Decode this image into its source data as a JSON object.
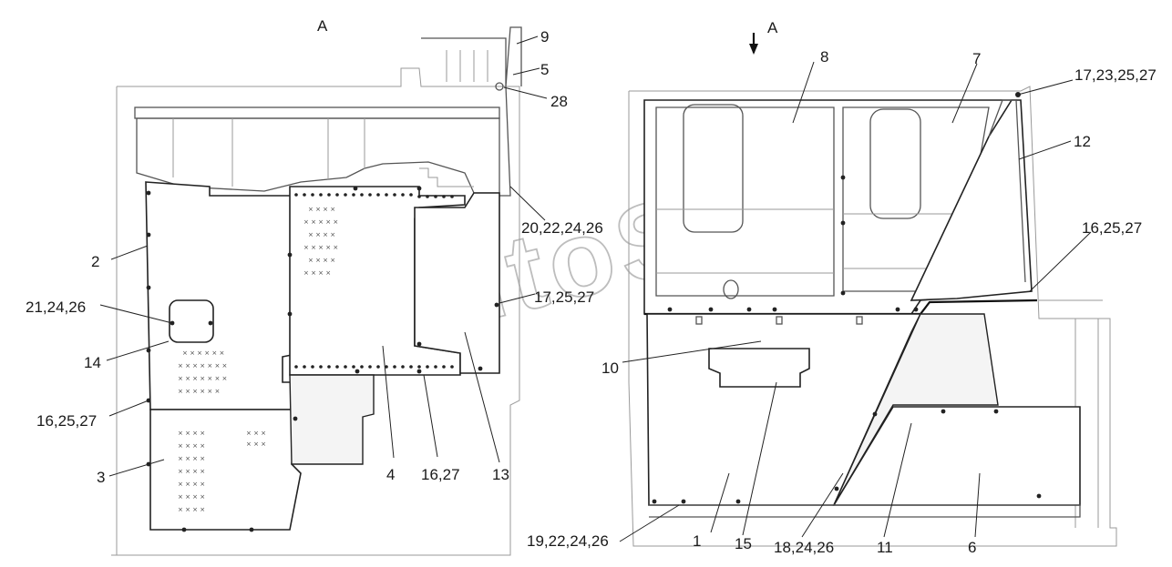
{
  "view_labels": {
    "left": "A",
    "right": "A"
  },
  "watermark": "AutoSoft",
  "left_view": {
    "callouts": [
      "9",
      "5",
      "28",
      "20,22,24,26",
      "2",
      "17,25,27",
      "21,24,26",
      "14",
      "16,25,27",
      "3",
      "4",
      "16,27",
      "13"
    ]
  },
  "right_view": {
    "callouts": [
      "8",
      "7",
      "17,23,25,27",
      "12",
      "16,25,27",
      "10",
      "19,22,24,26",
      "1",
      "15",
      "18,24,26",
      "11",
      "6"
    ]
  },
  "colors": {
    "line": "#222222",
    "background": "#ffffff",
    "watermark": "#bdbdbd"
  }
}
